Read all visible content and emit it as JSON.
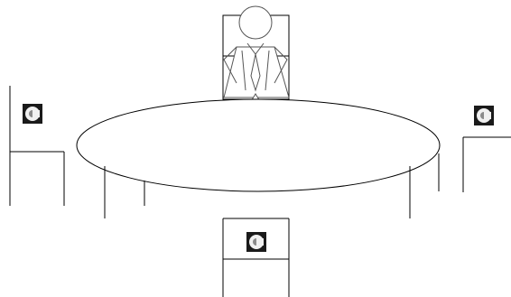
{
  "scene": {
    "description_icons": [
      "person-icon",
      "chair-icon",
      "table-icon",
      "seat-button-icon"
    ],
    "colors": {
      "line": "#000000",
      "background": "#ffffff",
      "button_bg": "#1a1a1a",
      "button_ring": "#e8e8e8"
    },
    "seats": [
      {
        "id": "left",
        "icon": "seat-button-icon",
        "glyph": "C"
      },
      {
        "id": "right",
        "icon": "seat-button-icon",
        "glyph": "C"
      },
      {
        "id": "bottom",
        "icon": "seat-button-icon",
        "glyph": "C"
      }
    ]
  }
}
